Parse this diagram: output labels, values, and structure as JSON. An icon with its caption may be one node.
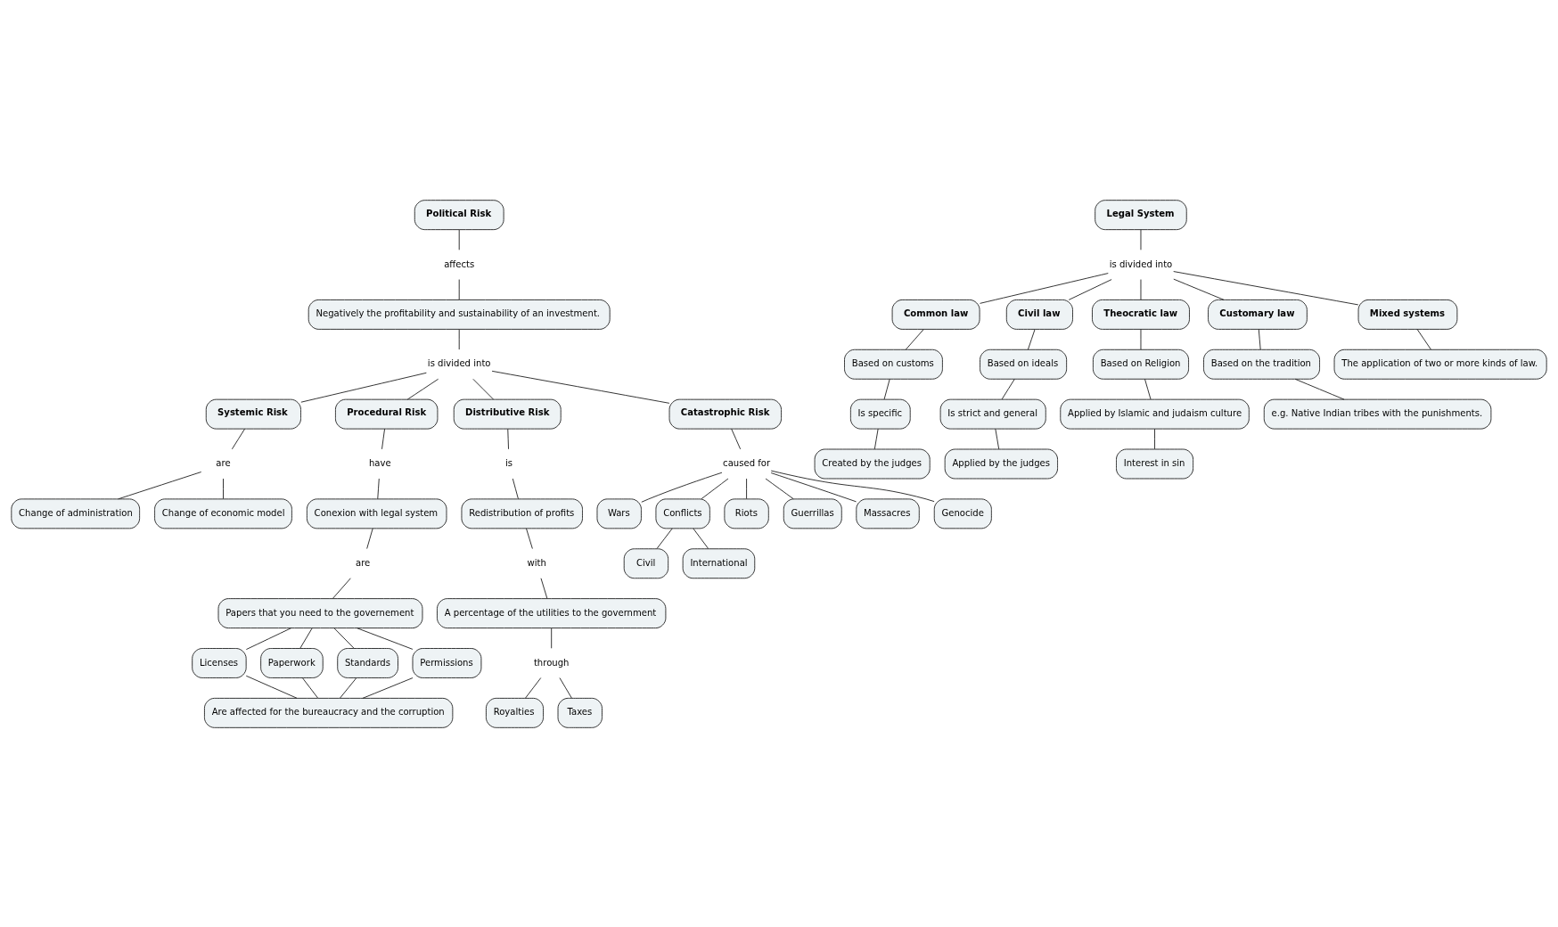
{
  "diagram": {
    "nodes": [
      {
        "text": [
          "Political Risk"
        ]
      },
      {
        "text": [
          "affects"
        ]
      },
      {
        "text": [
          "Negatively the profitability and sustainability of an investment."
        ]
      },
      {
        "text": [
          "is divided into"
        ]
      },
      {
        "text": [
          "Systemic Risk"
        ]
      },
      {
        "text": [
          "Procedural Risk"
        ]
      },
      {
        "text": [
          "Distributive Risk"
        ]
      },
      {
        "text": [
          "Catastrophic Risk"
        ]
      },
      {
        "text": [
          "are"
        ]
      },
      {
        "text": [
          "Change of administration"
        ]
      },
      {
        "text": [
          "Change of economic model"
        ]
      },
      {
        "text": [
          "have"
        ]
      },
      {
        "text": [
          "Conexion with legal system"
        ]
      },
      {
        "text": [
          "are"
        ]
      },
      {
        "text": [
          "Papers that you need to the governement"
        ]
      },
      {
        "text": [
          "Licenses"
        ]
      },
      {
        "text": [
          "Paperwork"
        ]
      },
      {
        "text": [
          "Standards"
        ]
      },
      {
        "text": [
          "Permissions"
        ]
      },
      {
        "text": [
          "Are affected for the bureaucracy and the corruption"
        ]
      },
      {
        "text": [
          "is"
        ]
      },
      {
        "text": [
          "Redistribution of profits"
        ]
      },
      {
        "text": [
          "with"
        ]
      },
      {
        "text": [
          "A percentage of the utilities to the government"
        ]
      },
      {
        "text": [
          "through"
        ]
      },
      {
        "text": [
          "Royalties"
        ]
      },
      {
        "text": [
          "Taxes"
        ]
      },
      {
        "text": [
          "caused for"
        ]
      },
      {
        "text": [
          "Wars"
        ]
      },
      {
        "text": [
          "Conflicts"
        ]
      },
      {
        "text": [
          "Riots"
        ]
      },
      {
        "text": [
          "Guerrillas"
        ]
      },
      {
        "text": [
          "Massacres"
        ]
      },
      {
        "text": [
          "Genocide"
        ]
      },
      {
        "text": [
          "Civil"
        ]
      },
      {
        "text": [
          "International"
        ]
      },
      {
        "text": [
          "Legal System"
        ]
      },
      {
        "text": [
          "is divided into"
        ]
      },
      {
        "text": [
          "Common law"
        ]
      },
      {
        "text": [
          "Civil law"
        ]
      },
      {
        "text": [
          "Theocratic law"
        ]
      },
      {
        "text": [
          "Customary law"
        ]
      },
      {
        "text": [
          "Mixed systems"
        ]
      },
      {
        "text": [
          "Based on customs"
        ]
      },
      {
        "text": [
          "Is specific"
        ]
      },
      {
        "text": [
          "Created by the judges"
        ]
      },
      {
        "text": [
          "Based on ideals"
        ]
      },
      {
        "text": [
          "Is strict and general"
        ]
      },
      {
        "text": [
          "Applied by the judges"
        ]
      },
      {
        "text": [
          "Based on Religion"
        ]
      },
      {
        "text": [
          "Applied by Islamic and judaism culture"
        ]
      },
      {
        "text": [
          "Interest in sin"
        ]
      },
      {
        "text": [
          "Based on the tradition"
        ]
      },
      {
        "text": [
          "e.g. Native Indian tribes with the punishments."
        ]
      },
      {
        "text": [
          "The application of two or more kinds of law."
        ]
      }
    ],
    "edges": [
      {
        "from": 0,
        "to": 1,
        "arrow": "none"
      },
      {
        "from": 1,
        "to": 2,
        "arrow": "none"
      },
      {
        "from": 2,
        "to": 3,
        "arrow": "none"
      },
      {
        "from": 3,
        "to": 4,
        "arrow": "none"
      },
      {
        "from": 3,
        "to": 5,
        "arrow": "none"
      },
      {
        "from": 3,
        "to": 6,
        "arrow": "none"
      },
      {
        "from": 3,
        "to": 7,
        "arrow": "none"
      },
      {
        "from": 4,
        "to": 8,
        "arrow": "none"
      },
      {
        "from": 8,
        "to": 9,
        "arrow": "none"
      },
      {
        "from": 8,
        "to": 10,
        "arrow": "none"
      },
      {
        "from": 5,
        "to": 11,
        "arrow": "none"
      },
      {
        "from": 11,
        "to": 12,
        "arrow": "none"
      },
      {
        "from": 12,
        "to": 13,
        "arrow": "none"
      },
      {
        "from": 13,
        "to": 14,
        "arrow": "none"
      },
      {
        "from": 14,
        "to": 15,
        "arrow": "none"
      },
      {
        "from": 14,
        "to": 16,
        "arrow": "none"
      },
      {
        "from": 14,
        "to": 17,
        "arrow": "none"
      },
      {
        "from": 14,
        "to": 18,
        "arrow": "none"
      },
      {
        "from": 15,
        "to": 19,
        "arrow": "none"
      },
      {
        "from": 16,
        "to": 19,
        "arrow": "none"
      },
      {
        "from": 17,
        "to": 19,
        "arrow": "none"
      },
      {
        "from": 18,
        "to": 19,
        "arrow": "none"
      },
      {
        "from": 6,
        "to": 20,
        "arrow": "none"
      },
      {
        "from": 20,
        "to": 21,
        "arrow": "none"
      },
      {
        "from": 21,
        "to": 22,
        "arrow": "none"
      },
      {
        "from": 22,
        "to": 23,
        "arrow": "none"
      },
      {
        "from": 23,
        "to": 24,
        "arrow": "none"
      },
      {
        "from": 24,
        "to": 25,
        "arrow": "none"
      },
      {
        "from": 24,
        "to": 26,
        "arrow": "none"
      },
      {
        "from": 7,
        "to": 27,
        "arrow": "none"
      },
      {
        "from": 27,
        "to": 28,
        "arrow": "none"
      },
      {
        "from": 27,
        "to": 29,
        "arrow": "none"
      },
      {
        "from": 27,
        "to": 30,
        "arrow": "none"
      },
      {
        "from": 27,
        "to": 31,
        "arrow": "none"
      },
      {
        "from": 27,
        "to": 32,
        "arrow": "none"
      },
      {
        "from": 27,
        "to": 33,
        "arrow": "none"
      },
      {
        "from": 29,
        "to": 34,
        "arrow": "none"
      },
      {
        "from": 29,
        "to": 35,
        "arrow": "none"
      },
      {
        "from": 36,
        "to": 37,
        "arrow": "none"
      },
      {
        "from": 37,
        "to": 38,
        "arrow": "none"
      },
      {
        "from": 37,
        "to": 39,
        "arrow": "none"
      },
      {
        "from": 37,
        "to": 40,
        "arrow": "none"
      },
      {
        "from": 37,
        "to": 41,
        "arrow": "none"
      },
      {
        "from": 37,
        "to": 42,
        "arrow": "none"
      },
      {
        "from": 38,
        "to": 43,
        "arrow": "none"
      },
      {
        "from": 43,
        "to": 44,
        "arrow": "none"
      },
      {
        "from": 44,
        "to": 45,
        "arrow": "none"
      },
      {
        "from": 39,
        "to": 46,
        "arrow": "none"
      },
      {
        "from": 46,
        "to": 47,
        "arrow": "none"
      },
      {
        "from": 47,
        "to": 48,
        "arrow": "none"
      },
      {
        "from": 40,
        "to": 49,
        "arrow": "none"
      },
      {
        "from": 49,
        "to": 50,
        "arrow": "none"
      },
      {
        "from": 50,
        "to": 51,
        "arrow": "none"
      },
      {
        "from": 41,
        "to": 52,
        "arrow": "none"
      },
      {
        "from": 52,
        "to": 53,
        "arrow": "none"
      },
      {
        "from": 42,
        "to": 54,
        "arrow": "none"
      }
    ]
  }
}
